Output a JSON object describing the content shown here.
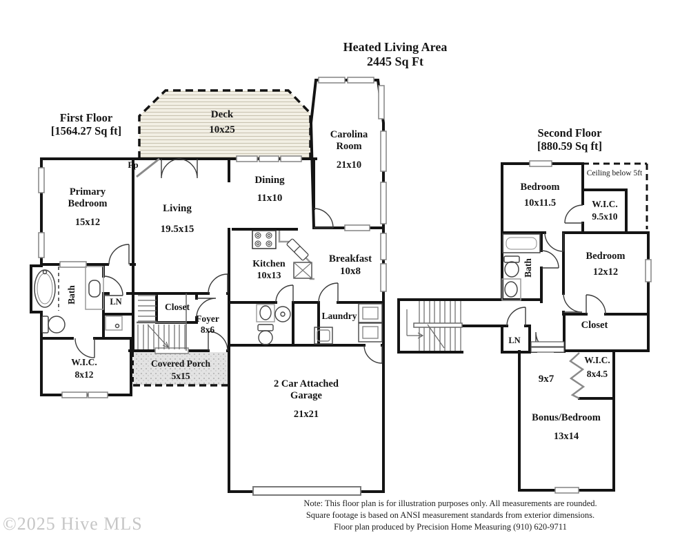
{
  "watermark": "©2025 Hive MLS",
  "header": {
    "line1": "Heated Living Area",
    "line2": "2445 Sq Ft"
  },
  "first_floor": {
    "heading": {
      "title": "First Floor",
      "sqft": "[1564.27 Sq ft]"
    },
    "rooms": {
      "deck": {
        "label": "Deck",
        "dims": "10x25"
      },
      "carolina_room": {
        "line1": "Carolina",
        "line2": "Room",
        "dims": "21x10"
      },
      "primary_bedroom": {
        "line1": "Primary",
        "line2": "Bedroom",
        "dims": "15x12"
      },
      "living": {
        "label": "Living",
        "dims": "19.5x15"
      },
      "dining": {
        "label": "Dining",
        "dims": "11x10"
      },
      "kitchen": {
        "label": "Kitchen",
        "dims": "10x13"
      },
      "breakfast": {
        "label": "Breakfast",
        "dims": "10x8"
      },
      "fireplace": {
        "label": "Fp"
      },
      "bath": {
        "label": "Bath"
      },
      "linen": {
        "label": "LN"
      },
      "closet": {
        "label": "Closet"
      },
      "foyer": {
        "label": "Foyer",
        "dims": "8x6"
      },
      "wic": {
        "label": "W.I.C.",
        "dims": "8x12"
      },
      "covered_porch": {
        "label": "Covered Porch",
        "dims": "5x15"
      },
      "laundry": {
        "label": "Laundry"
      },
      "garage": {
        "line1": "2 Car Attached",
        "line2": "Garage",
        "dims": "21x21"
      }
    }
  },
  "second_floor": {
    "heading": {
      "title": "Second Floor",
      "sqft": "[880.59 Sq ft]"
    },
    "rooms": {
      "bedroom_a": {
        "label": "Bedroom",
        "dims": "10x11.5"
      },
      "ceiling_note": {
        "label": "Ceiling below 5ft"
      },
      "wic_a": {
        "label": "W.I.C.",
        "dims": "9.5x10"
      },
      "bath": {
        "label": "Bath"
      },
      "bedroom_b": {
        "label": "Bedroom",
        "dims": "12x12"
      },
      "linen": {
        "label": "LN"
      },
      "closet": {
        "label": "Closet"
      },
      "nook": {
        "dims": "9x7"
      },
      "wic_b": {
        "label": "W.I.C.",
        "dims": "8x4.5"
      },
      "bonus_bedroom": {
        "label": "Bonus/Bedroom",
        "dims": "13x14"
      }
    }
  },
  "footer": {
    "line1": "Note: This floor plan is for illustration purposes only. All measurements are rounded.",
    "line2": "Square footage is based on ANSI measurement standards from exterior dimensions.",
    "line3": "Floor plan produced by Precision Home Measuring (910) 620-9711"
  }
}
